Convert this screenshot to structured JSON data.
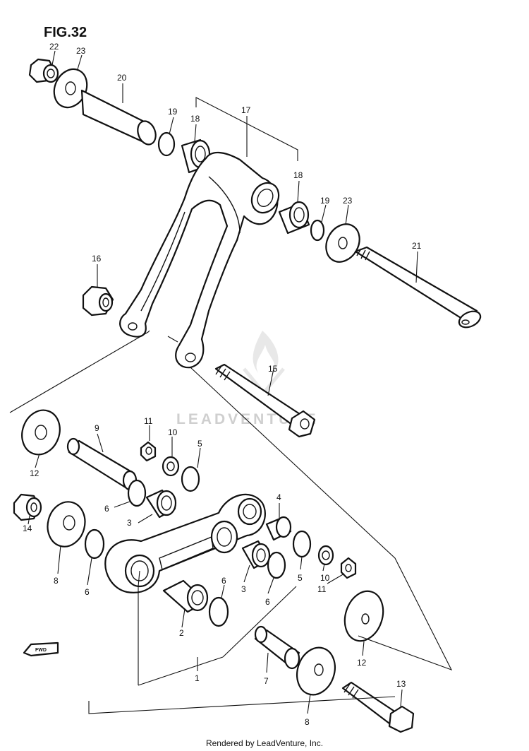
{
  "figure_label": "FIG.32",
  "watermark": "LEADVENTURE",
  "footer_credit": "Rendered by LeadVenture, Inc.",
  "fwd_label": "FWD",
  "callouts": [
    "22",
    "23",
    "20",
    "19",
    "18",
    "17",
    "18",
    "19",
    "23",
    "21",
    "16",
    "15",
    "11",
    "10",
    "9",
    "5",
    "12",
    "6",
    "3",
    "4",
    "14",
    "8",
    "6",
    "6",
    "3",
    "10",
    "5",
    "11",
    "6",
    "2",
    "12",
    "1",
    "7",
    "13",
    "8"
  ]
}
